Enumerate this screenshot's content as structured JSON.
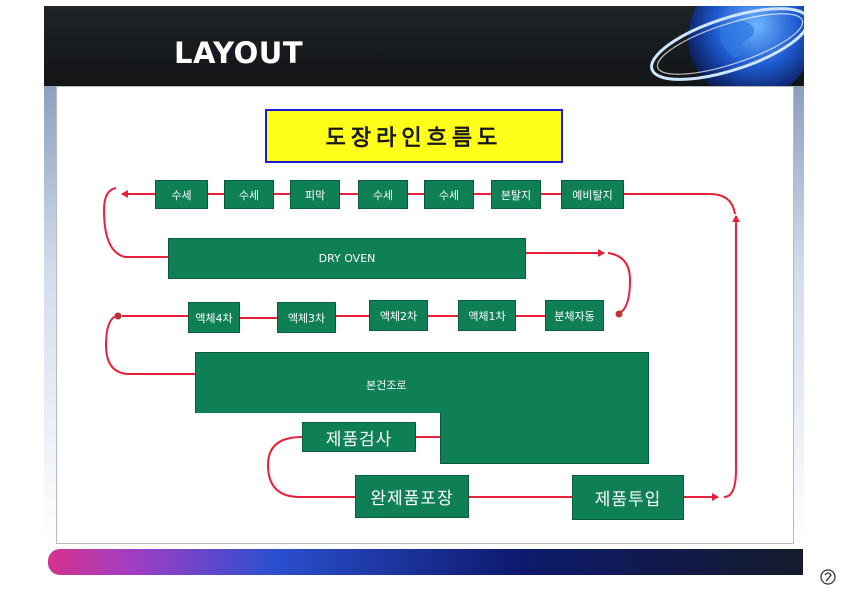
{
  "slide": {
    "title": "LAYOUT"
  },
  "diagram": {
    "heading": "도장라인흐름도",
    "row1": [
      "수세",
      "수세",
      "피막",
      "수세",
      "수세",
      "본탈지",
      "예비탈지"
    ],
    "dry_oven": "DRY OVEN",
    "row3": [
      "액체4차",
      "액체3차",
      "액체2차",
      "액체1차",
      "분체자동"
    ],
    "drying_oven": "본건조로",
    "inspection": "제품검사",
    "packing": "완제품포장",
    "input": "제품투입"
  },
  "colors": {
    "box_green": "#0f7f55",
    "arrow_red": "#e8213a",
    "heading_yellow": "#ffff1a"
  }
}
